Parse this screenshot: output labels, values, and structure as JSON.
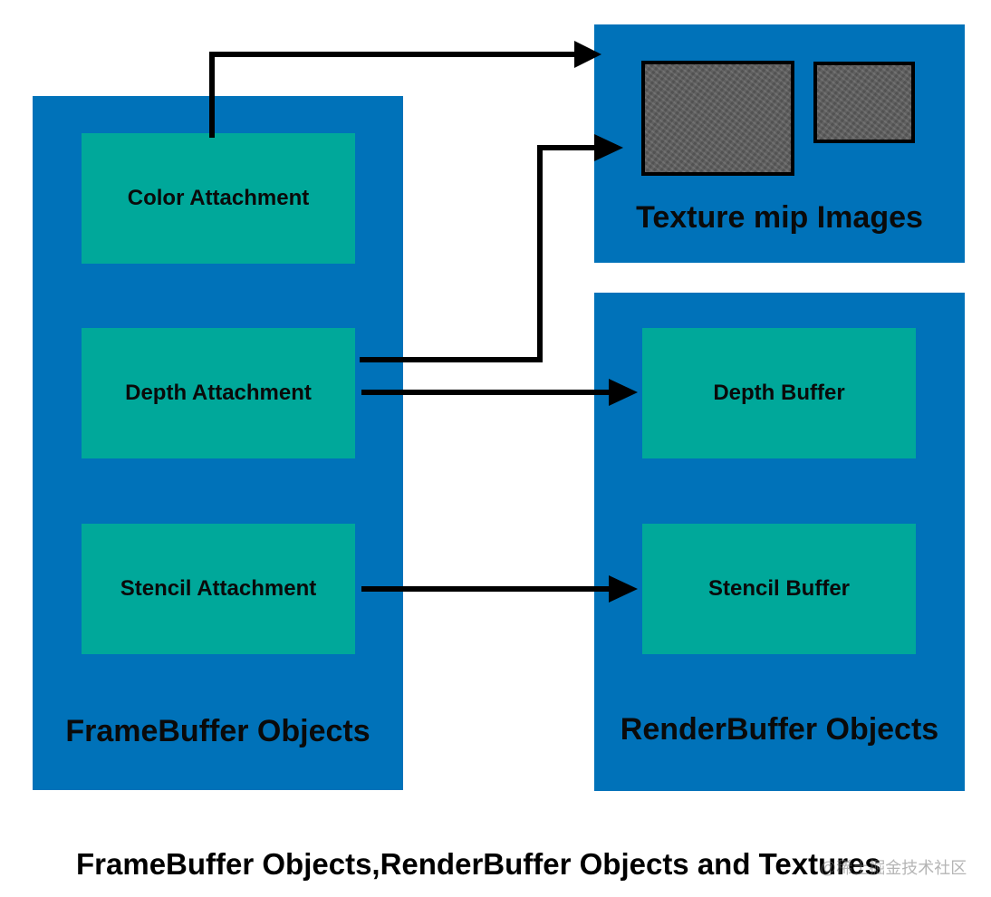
{
  "framebuffer": {
    "title": "FrameBuffer Objects",
    "color_attachment": "Color Attachment",
    "depth_attachment": "Depth Attachment",
    "stencil_attachment": "Stencil Attachment"
  },
  "texture": {
    "title": "Texture mip Images"
  },
  "renderbuffer": {
    "title": "RenderBuffer Objects",
    "depth_buffer": "Depth Buffer",
    "stencil_buffer": "Stencil Buffer"
  },
  "caption": "FrameBuffer Objects,RenderBuffer Objects and Textures",
  "watermark": "@稀土掘金技术社区",
  "colors": {
    "panel": "#0072B9",
    "slot": "#00A89A",
    "arrow": "#000000"
  }
}
